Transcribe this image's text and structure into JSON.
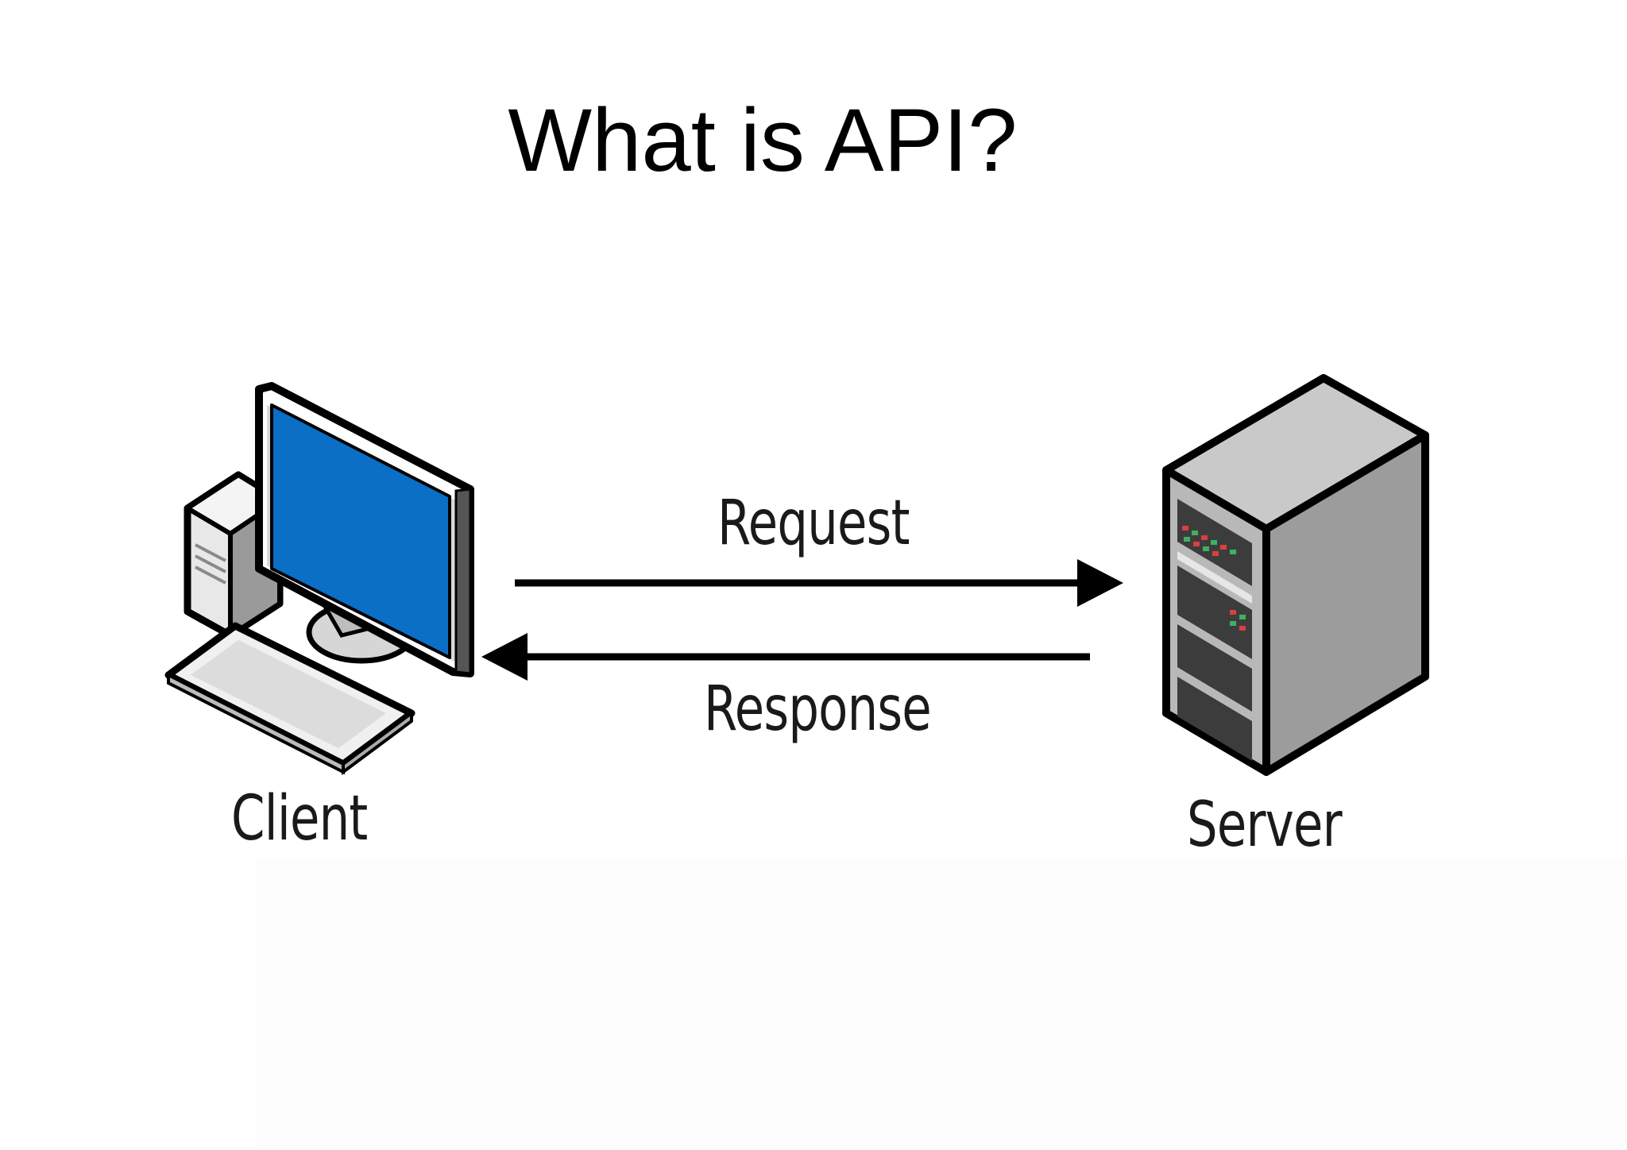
{
  "title": "What is API?",
  "nodes": {
    "client": {
      "label": "Client",
      "icon": "desktop-computer-icon"
    },
    "server": {
      "label": "Server",
      "icon": "server-tower-icon"
    }
  },
  "edges": {
    "request": {
      "label": "Request",
      "from": "Client",
      "to": "Server"
    },
    "response": {
      "label": "Response",
      "from": "Server",
      "to": "Client"
    }
  },
  "colors": {
    "monitor_screen": "#0a6fc5",
    "server_body": "#9c9c9c",
    "line": "#000000"
  }
}
